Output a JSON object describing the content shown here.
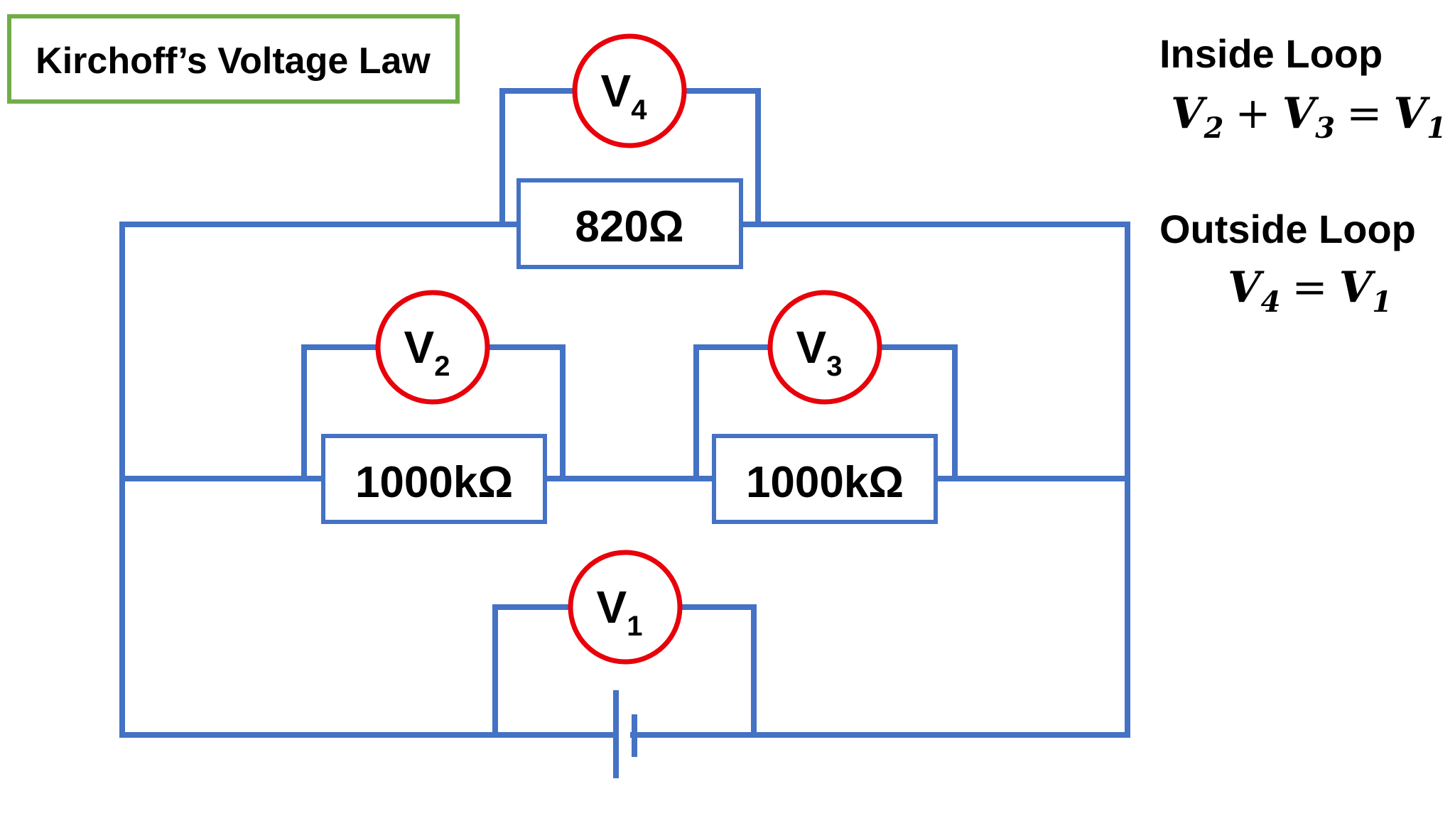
{
  "title": "Kirchoff’s Voltage Law",
  "colors": {
    "wire": "#4472C4",
    "meter": "#E8000B",
    "title_border": "#70AD47",
    "text": "#000000"
  },
  "resistors": {
    "top": "820Ω",
    "left": "1000kΩ",
    "right": "1000kΩ"
  },
  "meters": {
    "v4": {
      "letter": "V",
      "sub": "4"
    },
    "v2": {
      "letter": "V",
      "sub": "2"
    },
    "v3": {
      "letter": "V",
      "sub": "3"
    },
    "v1": {
      "letter": "V",
      "sub": "1"
    }
  },
  "inside_loop": {
    "heading": "Inside Loop",
    "v_a": "V",
    "sub_a": "2",
    "plus": "+",
    "v_b": "V",
    "sub_b": "3",
    "equals": "=",
    "v_c": "V",
    "sub_c": "1"
  },
  "outside_loop": {
    "heading": "Outside Loop",
    "v_a": "V",
    "sub_a": "4",
    "equals": "=",
    "v_b": "V",
    "sub_b": "1"
  }
}
